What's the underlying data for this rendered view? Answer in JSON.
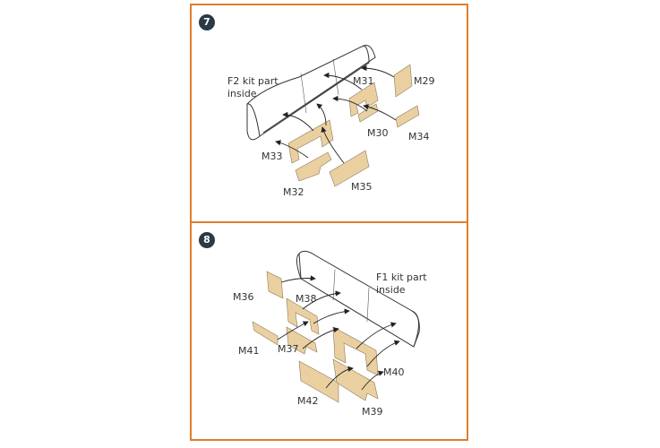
{
  "steps": [
    {
      "number": "7",
      "note_line1": "F2 kit part",
      "note_line2": "inside",
      "labels": [
        "M29",
        "M31",
        "M30",
        "M34",
        "M33",
        "M32",
        "M35"
      ]
    },
    {
      "number": "8",
      "note_line1": "F1 kit part",
      "note_line2": "inside",
      "labels": [
        "M36",
        "M38",
        "M41",
        "M37",
        "M40",
        "M42",
        "M39"
      ]
    }
  ],
  "colors": {
    "frame": "#e27d2b",
    "badge": "#2b3a45",
    "part_fill": "#ead0a0"
  }
}
